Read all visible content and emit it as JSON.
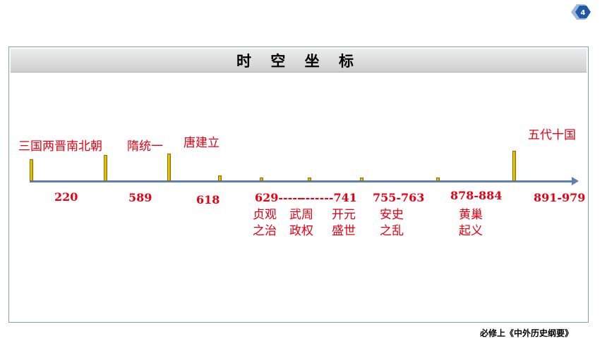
{
  "slide": {
    "page_number": "4",
    "title": "时 空 坐 标",
    "footer": "必修上《中外历史纲要》"
  },
  "timeline": {
    "events": [
      {
        "label": "三国两晋南北朝",
        "year": "220"
      },
      {
        "label": "隋统一",
        "year": "589"
      },
      {
        "label": "唐建立",
        "year": "618"
      },
      {
        "label": "贞观\n之治",
        "year": "629----- "
      },
      {
        "label": "武周\n政权",
        "year": "-------741"
      },
      {
        "label": "开元\n盛世",
        "year": ""
      },
      {
        "label": "安史\n之乱",
        "year": "755-763"
      },
      {
        "label": "黄巢\n起义",
        "year": "878-884"
      },
      {
        "label": "五代十国",
        "year": "891-979"
      }
    ]
  },
  "colors": {
    "accent_red": "#e60012",
    "axis_blue": "#5b7fb6",
    "tick_gold": "#f5d400"
  }
}
